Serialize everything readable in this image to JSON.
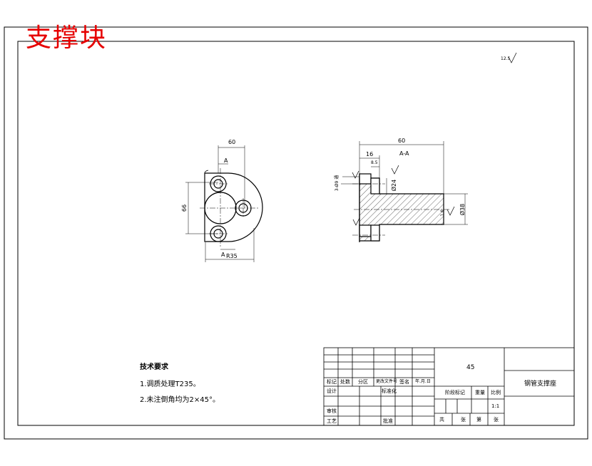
{
  "drawing": {
    "title": "支撑块",
    "surface_symbol_value": "12.5",
    "dimensions": {
      "front_top_width": "60",
      "front_height": "66",
      "front_bottom_width": "R35",
      "section_overall_length": "60",
      "section_flange_thickness": "16",
      "section_step": "8.5",
      "section_shaft_dia": "Ø38",
      "section_hole_dia": "Ø24",
      "section_ra": "1.6",
      "section_bolt": "3-Ø9 通"
    },
    "section_label": "A-A",
    "front_label_a": "A",
    "front_label_a2": "A"
  },
  "notes": {
    "heading": "技术要求",
    "line1": "1.调质处理T235。",
    "line2": "2.未注倒角均为2×45°。"
  },
  "title_block": {
    "material": "45",
    "part_name": "钢管支撑座",
    "headers": [
      "标记",
      "处数",
      "分区",
      "更改文件号",
      "签名",
      "年.月.日"
    ],
    "design": "设计",
    "standardize": "标准化",
    "check": "审核",
    "process": "工艺",
    "approve": "批准",
    "stage_mark": "阶段标记",
    "weight": "重量",
    "scale": "比例",
    "scale_value": "1:1",
    "sheets": [
      "共",
      "张",
      "第",
      "张"
    ]
  }
}
